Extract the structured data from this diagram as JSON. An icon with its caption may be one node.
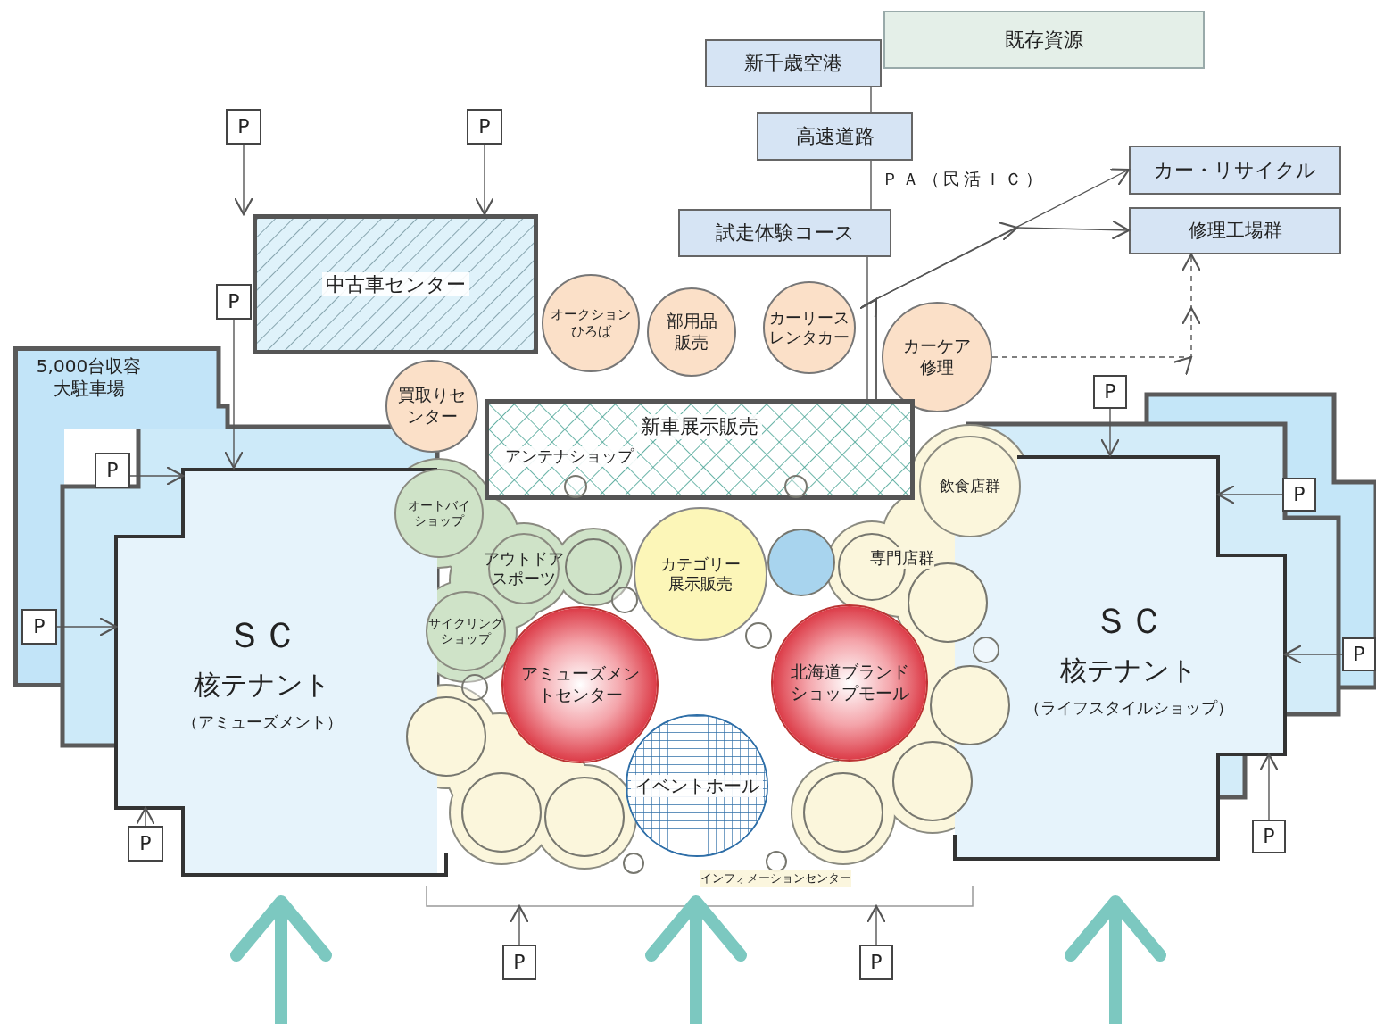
{
  "diagram": {
    "nodes": [
      {
        "text": [
          "既存資源"
        ]
      },
      {
        "text": [
          "新千歳空港"
        ]
      },
      {
        "text": [
          "高速道路"
        ]
      },
      {
        "text": [
          "カー・リサイクル"
        ]
      },
      {
        "text": [
          "試走体験コース"
        ]
      },
      {
        "text": [
          "修理工場群"
        ]
      },
      {
        "text": [
          "中古車センター"
        ]
      },
      {
        "text": [
          "オークションひろば"
        ]
      },
      {
        "text": [
          "部用品販売"
        ]
      },
      {
        "text": [
          "カーリースレンタカー"
        ]
      },
      {
        "text": [
          "カーケア修理"
        ]
      },
      {
        "text": [
          "5,000台収容大駐車場"
        ]
      },
      {
        "text": [
          "ＳＣ",
          "核テナント",
          "（アミューズメント）"
        ]
      },
      {
        "text": [
          "ＳＣ",
          "核テナント",
          "（ライフスタイルショップ）"
        ]
      },
      {
        "text": [
          "買取りセンター"
        ]
      },
      {
        "text": [
          "新車展示販売",
          "アンテナショップ"
        ]
      },
      {
        "text": [
          "飲食店群"
        ]
      },
      {
        "text": [
          "オートバイショップ"
        ]
      },
      {
        "text": [
          "アウトドアスポーツ"
        ]
      },
      {
        "text": [
          "カテゴリー展示販売"
        ]
      },
      {
        "text": [
          "サイクリングショップ"
        ]
      },
      {
        "text": [
          "イベントホール"
        ]
      },
      {
        "text": [
          "アミューズメントセンター"
        ]
      },
      {
        "text": [
          "北海道ブランドショップモール"
        ]
      },
      {
        "text": [
          "P"
        ]
      },
      {
        "text": [
          "P"
        ]
      },
      {
        "text": [
          "P"
        ]
      },
      {
        "text": [
          "P"
        ]
      },
      {
        "text": [
          "P"
        ]
      },
      {
        "text": [
          "P"
        ]
      },
      {
        "text": [
          "P"
        ]
      },
      {
        "text": [
          "P"
        ]
      },
      {
        "text": [
          "P"
        ]
      },
      {
        "text": [
          "P"
        ]
      },
      {
        "text": [
          "P"
        ]
      },
      {
        "text": [
          "P"
        ]
      },
      {
        "text": [],
        "shape": "circle"
      },
      {
        "text": [],
        "shape": "circle"
      },
      {
        "text": [],
        "shape": "circle"
      },
      {
        "text": [],
        "shape": "circle"
      },
      {
        "text": [],
        "shape": "circle"
      },
      {
        "text": [],
        "shape": "circle"
      },
      {
        "text": [],
        "shape": "circle"
      },
      {
        "text": [],
        "shape": "circle"
      },
      {
        "text": [],
        "shape": "circle"
      },
      {
        "text": [],
        "shape": "circle"
      },
      {
        "text": [],
        "shape": "circle",
        "in": 15
      },
      {
        "text": [],
        "shape": "circle",
        "in": 15
      },
      {
        "text": [],
        "shape": "circle"
      },
      {
        "text": [],
        "shape": "circle"
      },
      {
        "text": [],
        "shape": "circle"
      },
      {
        "text": [],
        "shape": "circle",
        "in": 13
      },
      {
        "text": [],
        "shape": "circle"
      },
      {
        "text": [],
        "shape": "circle"
      }
    ],
    "edges": [
      {
        "from": 1,
        "to": 2,
        "arrow": "none"
      },
      {
        "from": 2,
        "to": 4,
        "arrow": "none",
        "label": "ＰＡ（民活ＩＣ）"
      },
      {
        "from": 4,
        "to": 15,
        "arrow": "none"
      },
      {
        "from": 15,
        "to": 3,
        "arrow": "to"
      },
      {
        "from": 15,
        "to": 5,
        "arrow": "to"
      },
      {
        "from": 10,
        "to": 5,
        "arrow": "to",
        "style": "dashed"
      },
      {
        "from": 24,
        "to": 6,
        "arrow": "to"
      },
      {
        "from": 25,
        "to": 6,
        "arrow": "to"
      },
      {
        "from": 26,
        "to": 12,
        "arrow": "to"
      },
      {
        "from": 27,
        "to": 13,
        "arrow": "to"
      },
      {
        "from": 28,
        "to": 12,
        "arrow": "to"
      },
      {
        "from": 29,
        "to": 13,
        "arrow": "to"
      },
      {
        "from": 30,
        "to": 12,
        "arrow": "to"
      },
      {
        "from": 31,
        "to": 13,
        "arrow": "to"
      },
      {
        "from": 32,
        "to": 12,
        "arrow": "to"
      },
      {
        "from": 33,
        "to": 13,
        "arrow": "to"
      },
      {
        "from": 34,
        "to": null,
        "arrow": "to"
      },
      {
        "from": 35,
        "to": null,
        "arrow": "to"
      }
    ],
    "labels": [
      "専門店群",
      "インフォメーションセンター"
    ]
  }
}
